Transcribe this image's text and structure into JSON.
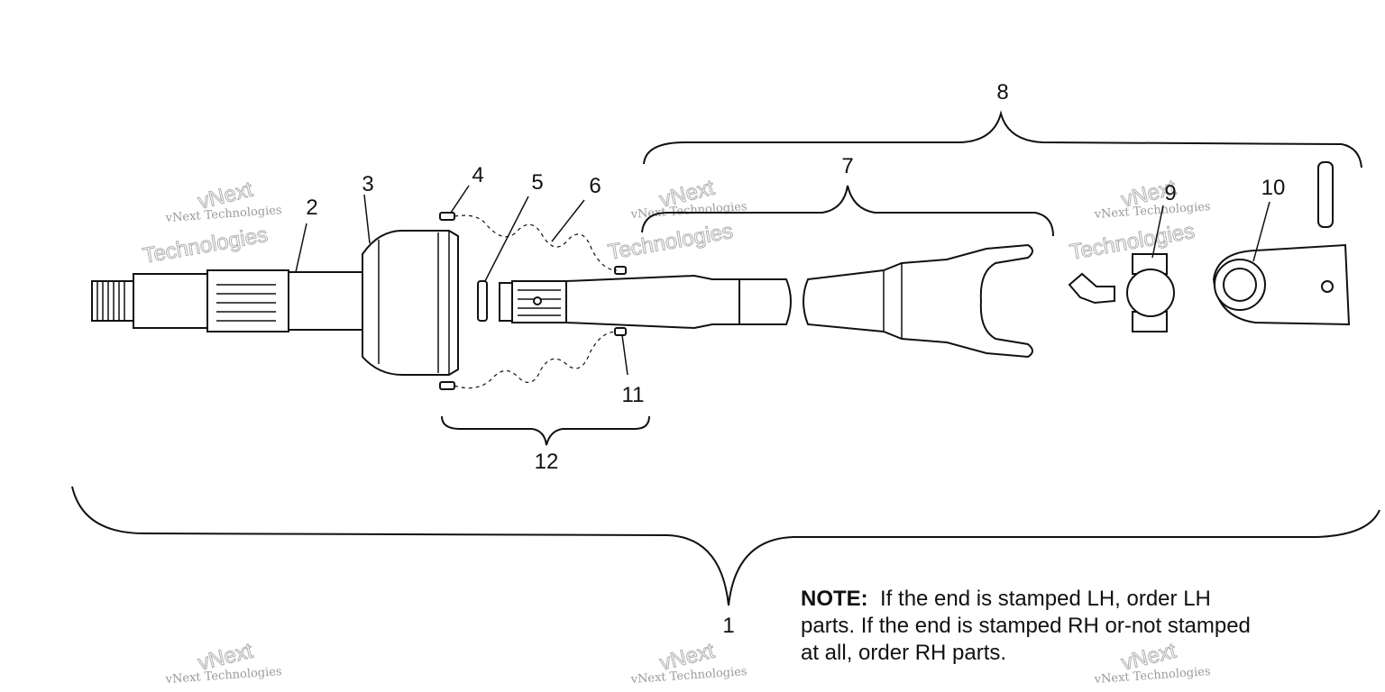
{
  "callouts": {
    "c1": "1",
    "c2": "2",
    "c3": "3",
    "c4": "4",
    "c5": "5",
    "c6": "6",
    "c7": "7",
    "c8": "8",
    "c9": "9",
    "c10": "10",
    "c11": "11",
    "c12": "12"
  },
  "note": {
    "label": "NOTE:",
    "text": "If the end is stamped LH, order LH parts. If the end is stamped RH or-not stamped at all, order RH parts."
  },
  "watermark": {
    "small": "vNext Technologies",
    "big_top": "vNext",
    "big_bottom": "Technologies"
  }
}
